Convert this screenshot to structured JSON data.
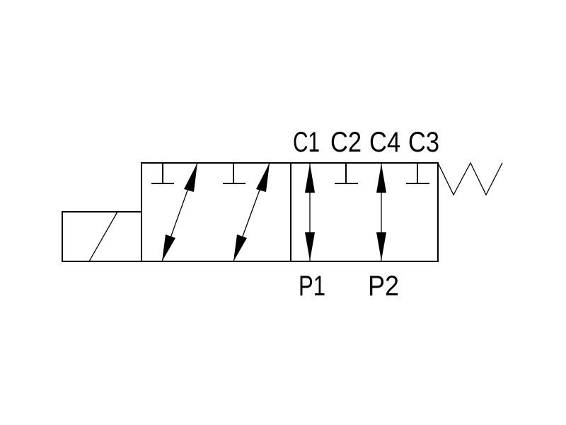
{
  "diagram": {
    "title": "4-way solenoid valve symbol, spring return",
    "ports_top": [
      "C1",
      "C2",
      "C4",
      "C3"
    ],
    "ports_bottom": [
      "P1",
      "P2"
    ],
    "color": "#000000"
  }
}
